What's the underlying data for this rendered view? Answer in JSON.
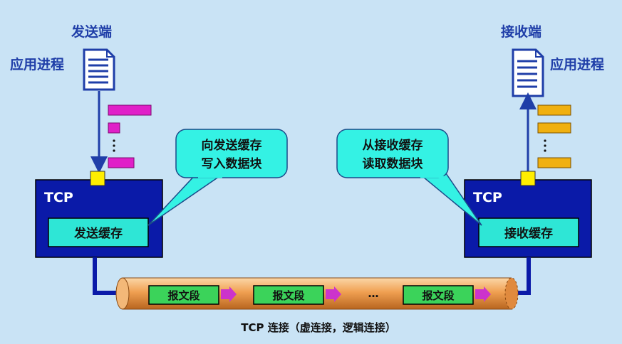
{
  "sender": {
    "title": "发送端",
    "process_label": "应用进程",
    "tcp_label": "TCP",
    "buffer_label": "发送缓存",
    "callout_line1": "向发送缓存",
    "callout_line2": "写入数据块",
    "block_color": "#e020c8"
  },
  "receiver": {
    "title": "接收端",
    "process_label": "应用进程",
    "tcp_label": "TCP",
    "buffer_label": "接收缓存",
    "callout_line1": "从接收缓存",
    "callout_line2": "读取数据块",
    "block_color": "#f0b010"
  },
  "pipe": {
    "segments": [
      "报文段",
      "报文段",
      "报文段"
    ],
    "ellipsis": "…",
    "caption": "TCP 连接（虚连接，逻辑连接）"
  },
  "colors": {
    "background": "#c9e3f5",
    "tcp_box": "#0a1aa8",
    "buffer_box": "#2ee6d6",
    "callout": "#34f2e4",
    "segment": "#3bd35a",
    "pipe": "#f1a55a",
    "arrow": "#cc33cc",
    "port": "#ffee00"
  }
}
